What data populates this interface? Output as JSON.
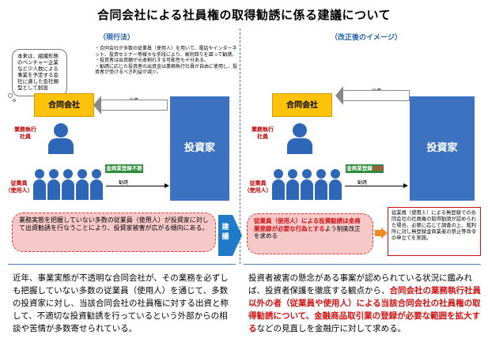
{
  "title": "合同会社による社員権の取得勧誘に係る建議について",
  "left_panel": {
    "heading": "（現行法）",
    "bubble_text": "本来は、組織形態のベンチャー企業など少人数による事業を予定する会社に適した会社類型として創設",
    "notes": [
      "・合同会社が多数の従業員（使用人）を用いて、電話やインターネット、投資セミナー等様々な手段により、高利回りを謳って勧誘。",
      "・投資者は出資額が元本割れする可能性も十分ある。",
      "・勧誘に応じた投資者の出資金は業務執行社員が自由に使用し、投資者が受けるべき利益が減少。"
    ],
    "company_label": "合同会社",
    "investor_label": "投資家",
    "executive_label": "業務執行\n社員",
    "employee_label": "従業員\n（使用人）",
    "capital_label": "出資",
    "solicit_label": "勧誘",
    "badge": "金商業登録不要",
    "pink_text_prefix": "業務実態を把握していない多数の従業員（使用人）が投資家に対して出資勧誘を行なうことにより、投資家被害が広がる傾向にある。"
  },
  "right_panel": {
    "heading": "（改正後のイメージ）",
    "company_label": "合同会社",
    "investor_label": "投資家",
    "executive_label": "業務執行\n社員",
    "employee_label": "従業員\n（使用人）",
    "capital_label": "出資",
    "solicit_label": "勧誘",
    "badge_prefix": "金商業登録",
    "badge_suffix": "必要",
    "pink_text_red": "従業員（使用人）による投資勧誘は金商業登録が必要な行為とする",
    "pink_text_tail": "よう制度改正を求める",
    "side_text": "従業員（使用人）による無登録での合同会社の社員権の取得勧誘が認められた場合、必要に応じて調査の上、裁判所に対し無登録金商業者の禁止等命令の申立てを実施。"
  },
  "kengi_label": "建議",
  "bottom_left": "近年、事業実態が不透明な合同会社が、その業務を必ずしも把握していない多数の従業員（使用人）を通じて、多数の投資家に対し、当該合同会社の社員権に対する出資と称して、不適切な投資勧誘を行っているという外部からの相談や苦情が多数寄せられている。",
  "bottom_right_pre": "投資者被害の懸念がある事案が認められている状況に鑑みれば、投資者保護を徹底する観点から、",
  "bottom_right_red": "合同会社の業務執行社員以外の者（従業員や使用人）による当該合同会社の社員権の取得勧誘について、金融商品取引業の登録が必要な範囲を拡大する",
  "bottom_right_post": "などの見直しを金融庁に対して求める。",
  "colors": {
    "accent_blue": "#3c72c0",
    "company_yellow": "#fdc20a",
    "alert_red": "#d01010",
    "badge_green": "#2e8b3e",
    "pink_fill": "#f6c8c8",
    "arrow_blue": "#1f7ac9"
  }
}
